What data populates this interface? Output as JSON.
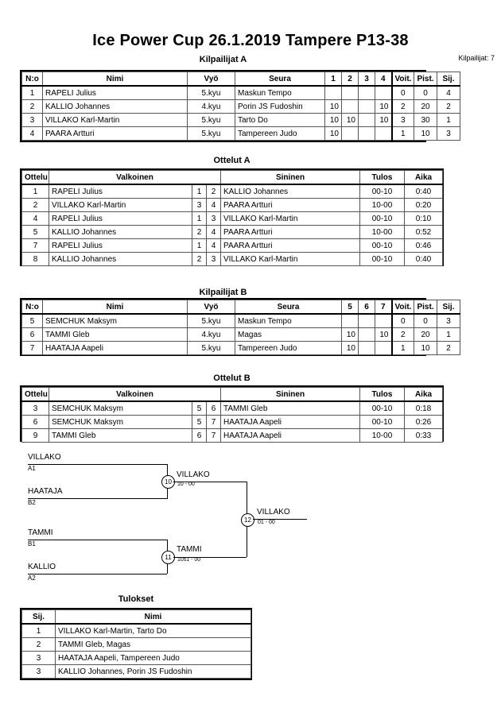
{
  "header": {
    "title": "Ice Power Cup  26.1.2019  Tampere    P13-38",
    "competitor_count": "Kilpailijat: 7"
  },
  "sections": {
    "pool_a_caption": "Kilpailijat A",
    "matches_a_caption": "Ottelut A",
    "pool_b_caption": "Kilpailijat B",
    "matches_b_caption": "Ottelut B",
    "results_caption": "Tulokset"
  },
  "pool_a": {
    "headers": {
      "no": "N:o",
      "name": "Nimi",
      "belt": "Vyö",
      "club": "Seura",
      "op1": "1",
      "op2": "2",
      "op3": "3",
      "op4": "4",
      "wins": "Voit.",
      "points": "Pist.",
      "place": "Sij."
    },
    "rows": [
      {
        "no": "1",
        "name": "RAPELI Julius",
        "belt": "5.kyu",
        "club": "Maskun Tempo",
        "ops": [
          "",
          "",
          "",
          ""
        ],
        "wins": "0",
        "points": "0",
        "place": "4"
      },
      {
        "no": "2",
        "name": "KALLIO Johannes",
        "belt": "4.kyu",
        "club": "Porin JS Fudoshin",
        "ops": [
          "10",
          "",
          "",
          "10"
        ],
        "wins": "2",
        "points": "20",
        "place": "2"
      },
      {
        "no": "3",
        "name": "VILLAKO Karl-Martin",
        "belt": "5.kyu",
        "club": "Tarto Do",
        "ops": [
          "10",
          "10",
          "",
          "10"
        ],
        "wins": "3",
        "points": "30",
        "place": "1"
      },
      {
        "no": "4",
        "name": "PAARA Artturi",
        "belt": "5.kyu",
        "club": "Tampereen Judo",
        "ops": [
          "10",
          "",
          "",
          ""
        ],
        "wins": "1",
        "points": "10",
        "place": "3"
      }
    ]
  },
  "matches_a": {
    "headers": {
      "match": "Ottelu",
      "white": "Valkoinen",
      "blue": "Sininen",
      "result": "Tulos",
      "time": "Aika"
    },
    "rows": [
      {
        "no": "1",
        "white": "RAPELI Julius",
        "wn": "1",
        "bn": "2",
        "blue": "KALLIO Johannes",
        "result": "00-10",
        "time": "0:40"
      },
      {
        "no": "2",
        "white": "VILLAKO Karl-Martin",
        "wn": "3",
        "bn": "4",
        "blue": "PAARA Artturi",
        "result": "10-00",
        "time": "0:20"
      },
      {
        "no": "4",
        "white": "RAPELI Julius",
        "wn": "1",
        "bn": "3",
        "blue": "VILLAKO Karl-Martin",
        "result": "00-10",
        "time": "0:10"
      },
      {
        "no": "5",
        "white": "KALLIO Johannes",
        "wn": "2",
        "bn": "4",
        "blue": "PAARA Artturi",
        "result": "10-00",
        "time": "0:52"
      },
      {
        "no": "7",
        "white": "RAPELI Julius",
        "wn": "1",
        "bn": "4",
        "blue": "PAARA Artturi",
        "result": "00-10",
        "time": "0:46"
      },
      {
        "no": "8",
        "white": "KALLIO Johannes",
        "wn": "2",
        "bn": "3",
        "blue": "VILLAKO Karl-Martin",
        "result": "00-10",
        "time": "0:40"
      }
    ]
  },
  "pool_b": {
    "headers": {
      "no": "N:o",
      "name": "Nimi",
      "belt": "Vyö",
      "club": "Seura",
      "op1": "5",
      "op2": "6",
      "op3": "7",
      "wins": "Voit.",
      "points": "Pist.",
      "place": "Sij."
    },
    "rows": [
      {
        "no": "5",
        "name": "SEMCHUK Maksym",
        "belt": "5.kyu",
        "club": "Maskun Tempo",
        "ops": [
          "",
          "",
          ""
        ],
        "wins": "0",
        "points": "0",
        "place": "3"
      },
      {
        "no": "6",
        "name": "TAMMI Gleb",
        "belt": "4.kyu",
        "club": "Magas",
        "ops": [
          "10",
          "",
          "10"
        ],
        "wins": "2",
        "points": "20",
        "place": "1"
      },
      {
        "no": "7",
        "name": "HAATAJA Aapeli",
        "belt": "5.kyu",
        "club": "Tampereen Judo",
        "ops": [
          "10",
          "",
          ""
        ],
        "wins": "1",
        "points": "10",
        "place": "2"
      }
    ]
  },
  "matches_b": {
    "headers": {
      "match": "Ottelu",
      "white": "Valkoinen",
      "blue": "Sininen",
      "result": "Tulos",
      "time": "Aika"
    },
    "rows": [
      {
        "no": "3",
        "white": "SEMCHUK Maksym",
        "wn": "5",
        "bn": "6",
        "blue": "TAMMI Gleb",
        "result": "00-10",
        "time": "0:18"
      },
      {
        "no": "6",
        "white": "SEMCHUK Maksym",
        "wn": "5",
        "bn": "7",
        "blue": "HAATAJA Aapeli",
        "result": "00-10",
        "time": "0:26"
      },
      {
        "no": "9",
        "white": "TAMMI Gleb",
        "wn": "6",
        "bn": "7",
        "blue": "HAATAJA Aapeli",
        "result": "10-00",
        "time": "0:33"
      }
    ]
  },
  "bracket": {
    "entries": [
      {
        "name": "VILLAKO",
        "code": "A1"
      },
      {
        "name": "HAATAJA",
        "code": "B2"
      },
      {
        "name": "TAMMI",
        "code": "B1"
      },
      {
        "name": "KALLIO",
        "code": "A2"
      }
    ],
    "matches": [
      {
        "number": "10",
        "winner": "VILLAKO",
        "score": "10 - 00"
      },
      {
        "number": "11",
        "winner": "TAMMI",
        "score": "10s1 - 00"
      },
      {
        "number": "12",
        "winner": "VILLAKO",
        "score": "01 - 00"
      }
    ]
  },
  "results": {
    "headers": {
      "place": "Sij.",
      "name": "Nimi"
    },
    "rows": [
      {
        "place": "1",
        "name": "VILLAKO Karl-Martin, Tarto Do"
      },
      {
        "place": "2",
        "name": "TAMMI Gleb, Magas"
      },
      {
        "place": "3",
        "name": "HAATAJA Aapeli, Tampereen Judo"
      },
      {
        "place": "3",
        "name": "KALLIO Johannes, Porin JS Fudoshin"
      }
    ]
  }
}
